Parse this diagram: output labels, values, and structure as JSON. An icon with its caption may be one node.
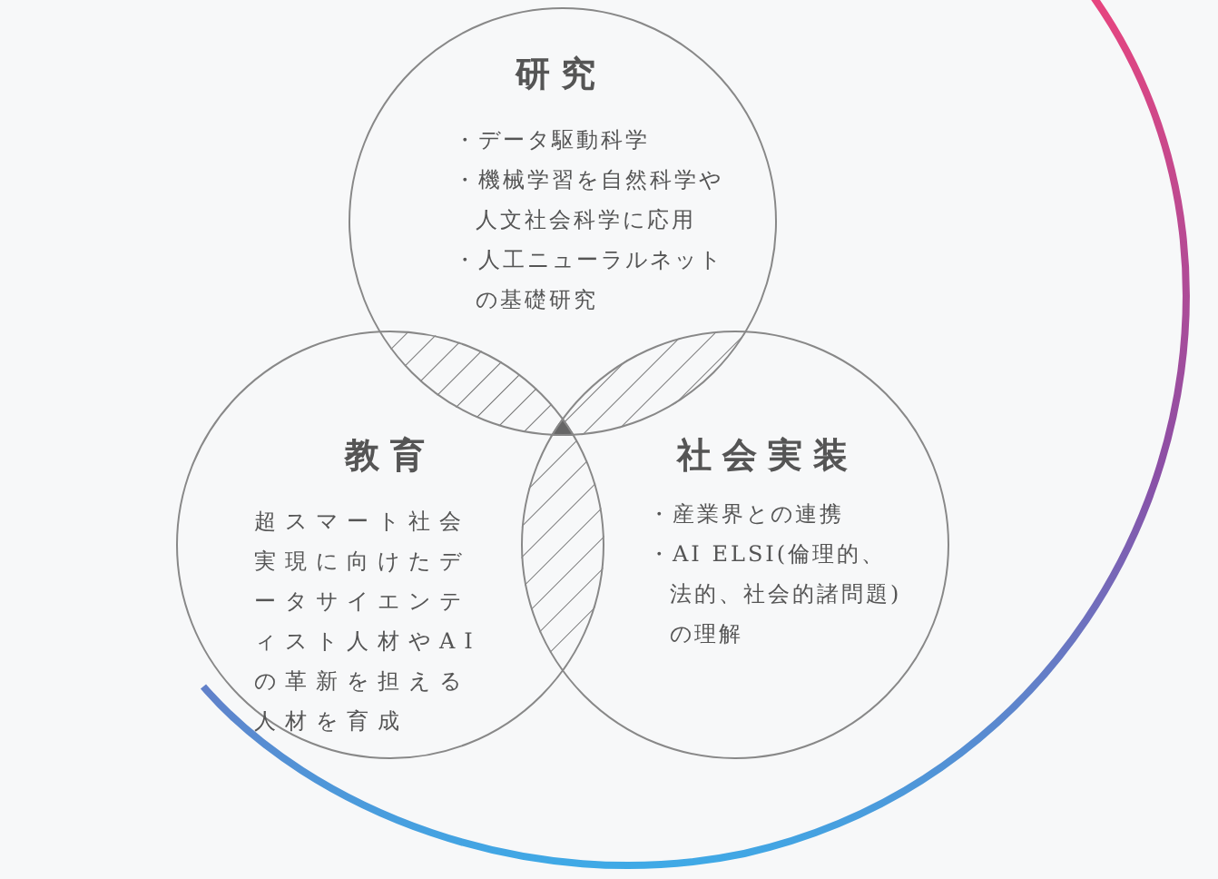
{
  "diagram": {
    "nodes": [
      {
        "text": [
          "研究",
          "・データ駆動科学",
          "・機械学習を自然科学や人文社会科学に応用",
          "・人工ニューラルネットの基礎研究"
        ]
      },
      {
        "text": [
          "教育",
          "超スマート社会実現に向けたデータサイエンティスト人材やAIの革新を担える人材を育成"
        ]
      },
      {
        "text": [
          "社会実装",
          "・産業界との連携",
          "・AI ELSI(倫理的、法的、社会的諸問題)の理解"
        ]
      }
    ]
  }
}
